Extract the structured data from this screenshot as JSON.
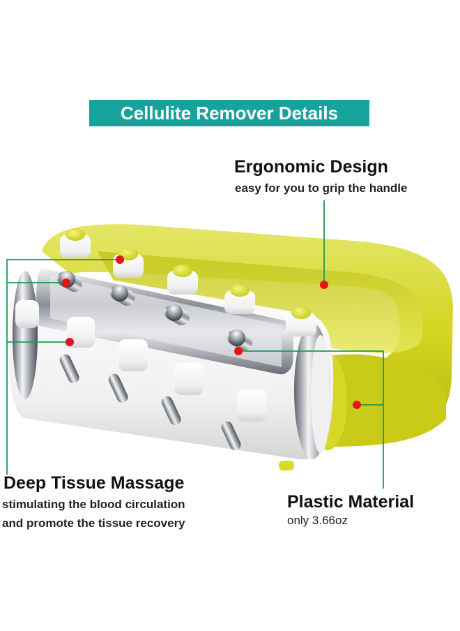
{
  "banner": {
    "title": "Cellulite Remover Details"
  },
  "features": {
    "ergonomic": {
      "title": "Ergonomic Design",
      "desc": "easy for you to grip the handle"
    },
    "deep_tissue": {
      "title": "Deep Tissue Massage",
      "desc_line1": "stimulating the blood circulation",
      "desc_line2": "and promote the tissue recovery"
    },
    "plastic": {
      "title": "Plastic Material",
      "desc": "only 3.66oz"
    }
  },
  "colors": {
    "banner": "#17a39b",
    "callout_line": "#1f9a54",
    "callout_dot": "#e8141b",
    "product_yellow": "#d8da2a",
    "product_white": "#f4f4f4",
    "chrome": "#b9bcc2"
  }
}
